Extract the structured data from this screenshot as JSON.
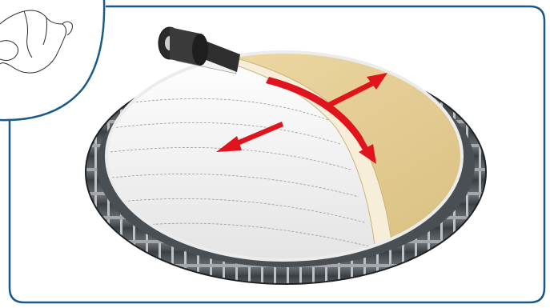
{
  "figure": {
    "frame_color": "#1a5a8a",
    "inset_icon": "hand-placement-icon",
    "main_illustration": "tank-roof-membrane-installation",
    "membrane_roll_icon": "membrane-roll-icon",
    "arrow_color": "#e0141c",
    "arrows": [
      {
        "name": "arrow-spread-left",
        "direction": "lower-left"
      },
      {
        "name": "arrow-spread-right",
        "direction": "upper-right"
      },
      {
        "name": "arrow-seam-curve",
        "direction": "along-seam"
      }
    ],
    "colors": {
      "membrane_white": "#f4f4f4",
      "base_yellow": "#e8d29a",
      "structure_dark": "#3a3a3a"
    }
  }
}
